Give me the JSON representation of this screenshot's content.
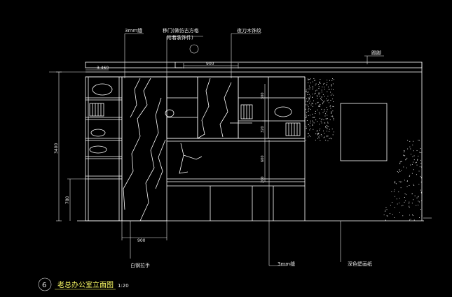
{
  "drawing": {
    "title": "老总办公室立面图",
    "scale": "1:20",
    "index_number": "6",
    "colors": {
      "background": "#000000",
      "line": "#ffffff",
      "title": "#ffff66",
      "dimension": "#e8e8e8"
    }
  },
  "annotations": {
    "top_left": "3mm缝",
    "top_middle_line1": "移门(做仿古方格",
    "top_middle_line2": "附着装饰件)",
    "top_right": "夜刀木饰纹",
    "right_small": "踢脚",
    "bottom_left": "白钢拉手",
    "bottom_middle": "3mm缝",
    "bottom_right": "深色壁画纸"
  },
  "dimensions": {
    "top_small": "3.460",
    "top_door": "900",
    "overall_height": "3400",
    "left_lower": "780",
    "bottom_door": "900",
    "shelf_1": "300",
    "shelf_2": "320",
    "shelf_3": "600",
    "shelf_4": "200"
  }
}
